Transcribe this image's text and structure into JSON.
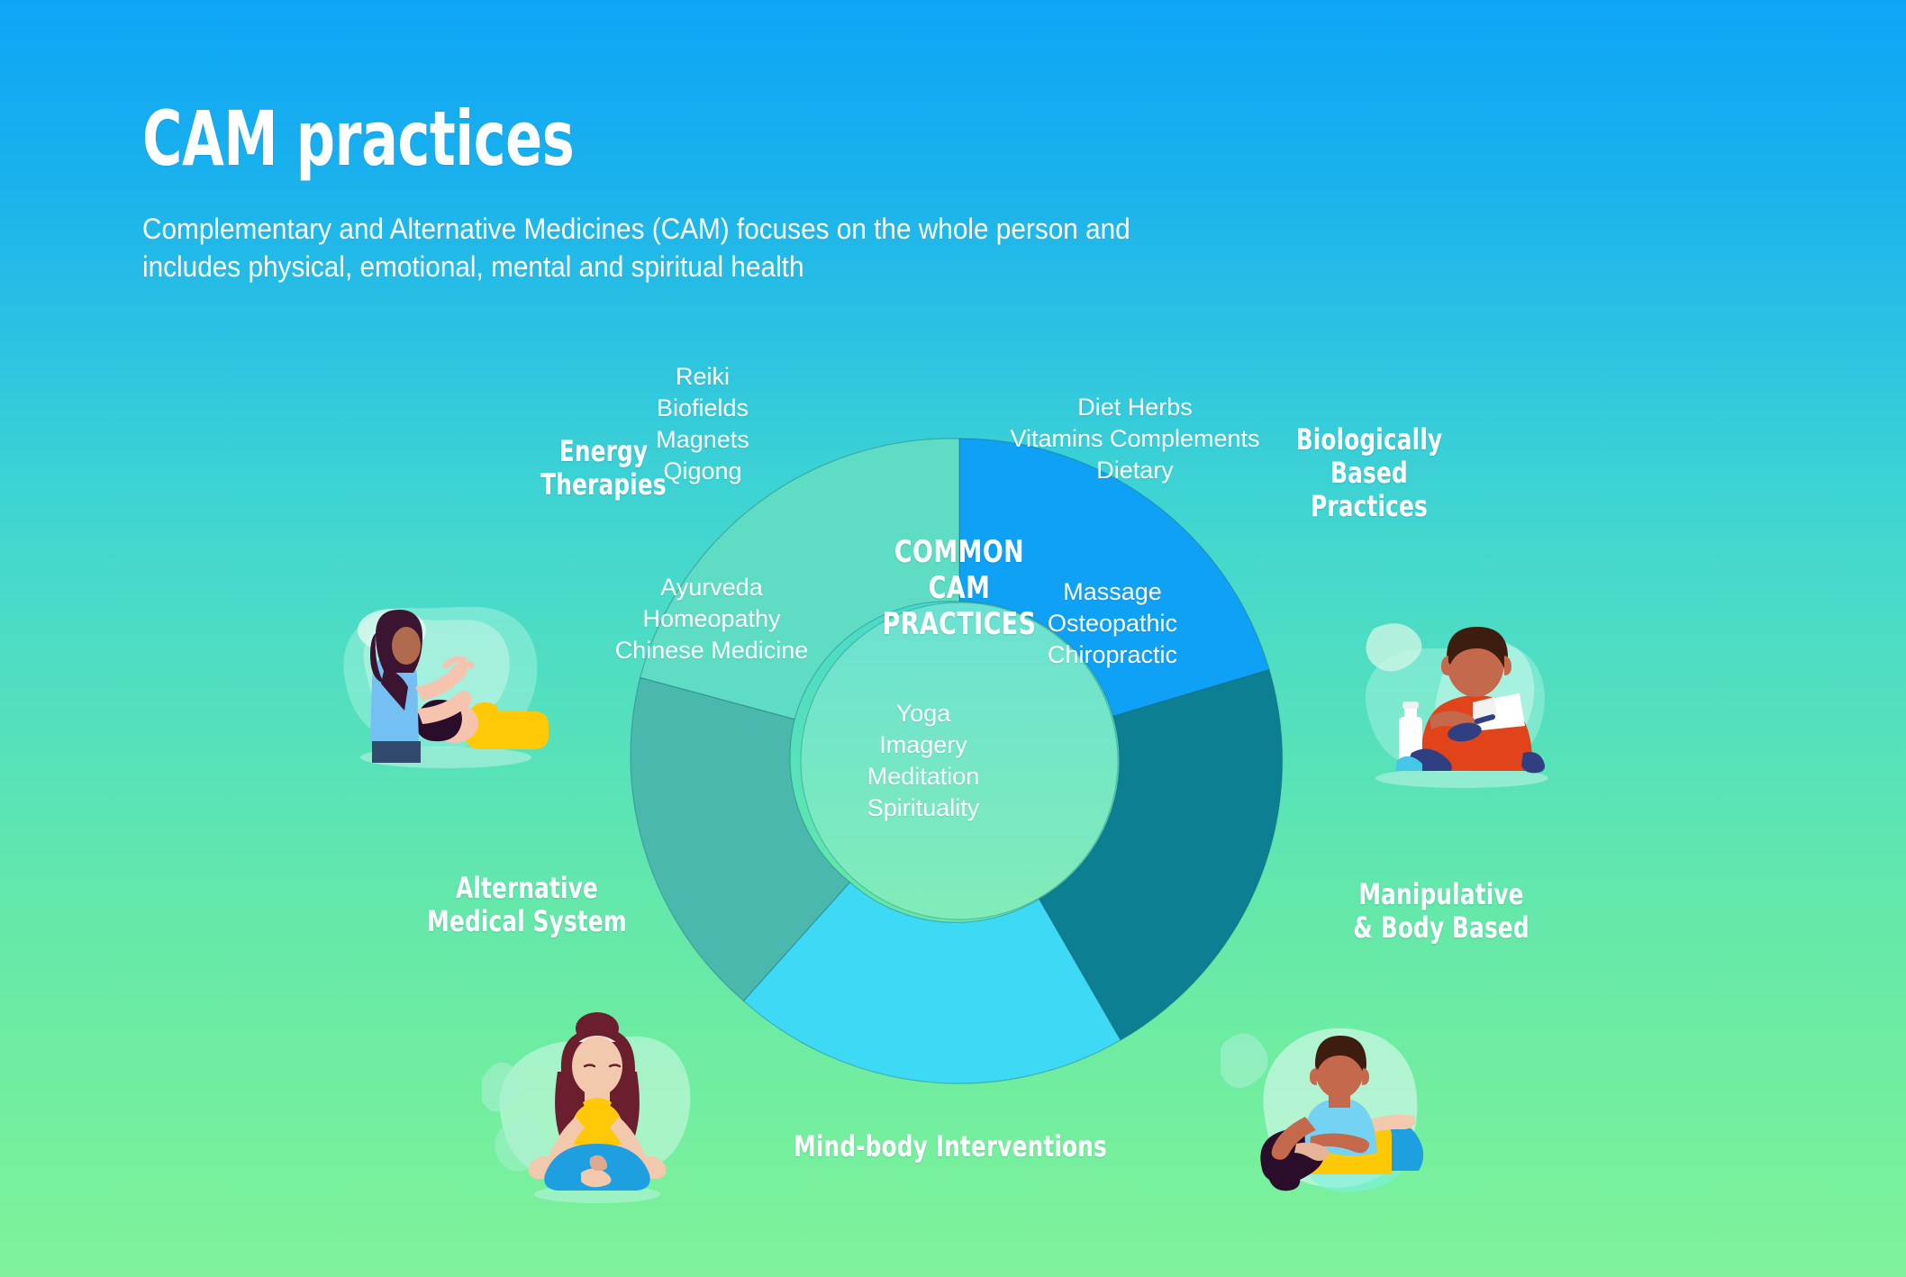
{
  "header": {
    "title": "CAM practices",
    "subtitle": "Complementary and Alternative Medicines (CAM) focuses on the whole person and includes physical, emotional, mental and spiritual health"
  },
  "hub": {
    "line1": "COMMON",
    "line2": "CAM",
    "line3": "PRACTICES"
  },
  "colors": {
    "background_top": "#0ea5f6",
    "background_bottom": "#80f29c",
    "biologically_based": "#0fa1f5",
    "manipulative_body_based": "#0d7f93",
    "mind_body": "#3dd9f5",
    "alternative_medical_system": "#4ab8ad",
    "energy_therapies": "#5fddc4",
    "hub_fill": "#7fe3c8",
    "text": "#ffffff"
  },
  "chart_data": {
    "type": "pie",
    "title": "COMMON CAM PRACTICES",
    "subtype": "donut",
    "legend": "outer-labels",
    "center_label": "COMMON CAM PRACTICES",
    "categories": [
      "Biologically Based Practices",
      "Manipulative & Body Based",
      "Mind-body Interventions",
      "Alternative Medical System",
      "Energy Therapies"
    ],
    "values": [
      20.6,
      21.1,
      20.0,
      17.5,
      20.8
    ],
    "colors": [
      "#0fa1f5",
      "#0d7f93",
      "#3dd9f5",
      "#4ab8ad",
      "#5fddc4"
    ],
    "slices": [
      {
        "name": "Biologically Based Practices",
        "caption": "Biologically\nBased\nPractices",
        "items": "Diet Herbs\nVitamins Complements\nDietary",
        "color": "#0fa1f5",
        "start_angle_deg": 0,
        "end_angle_deg": 74
      },
      {
        "name": "Manipulative & Body Based",
        "caption": "Manipulative\n& Body Based",
        "items": "Massage\nOsteopathic\nChiropractic",
        "color": "#0d7f93",
        "start_angle_deg": 74,
        "end_angle_deg": 150
      },
      {
        "name": "Mind-body Interventions",
        "caption": "Mind-body Interventions",
        "items": "Yoga\nImagery\nMeditation\nSpirituality",
        "color": "#3dd9f5",
        "start_angle_deg": 150,
        "end_angle_deg": 222
      },
      {
        "name": "Alternative Medical System",
        "caption": "Alternative\nMedical System",
        "items": "Ayurveda\nHomeopathy\nChinese Medicine",
        "color": "#4ab8ad",
        "start_angle_deg": 222,
        "end_angle_deg": 285
      },
      {
        "name": "Energy Therapies",
        "caption": "Energy\nTherapies",
        "items": "Reiki\nBiofields\nMagnets\nQigong",
        "color": "#5fddc4",
        "start_angle_deg": 285,
        "end_angle_deg": 360
      }
    ]
  },
  "illustrations": [
    {
      "name": "reiki-energy-healing",
      "alt": "Practitioner holding hands over reclining client"
    },
    {
      "name": "supplements-eating",
      "alt": "Person with supplement bottle and spoon"
    },
    {
      "name": "yoga-lotus-pose",
      "alt": "Woman meditating in lotus pose"
    },
    {
      "name": "massage-therapy",
      "alt": "Therapist massaging a client's back"
    }
  ]
}
